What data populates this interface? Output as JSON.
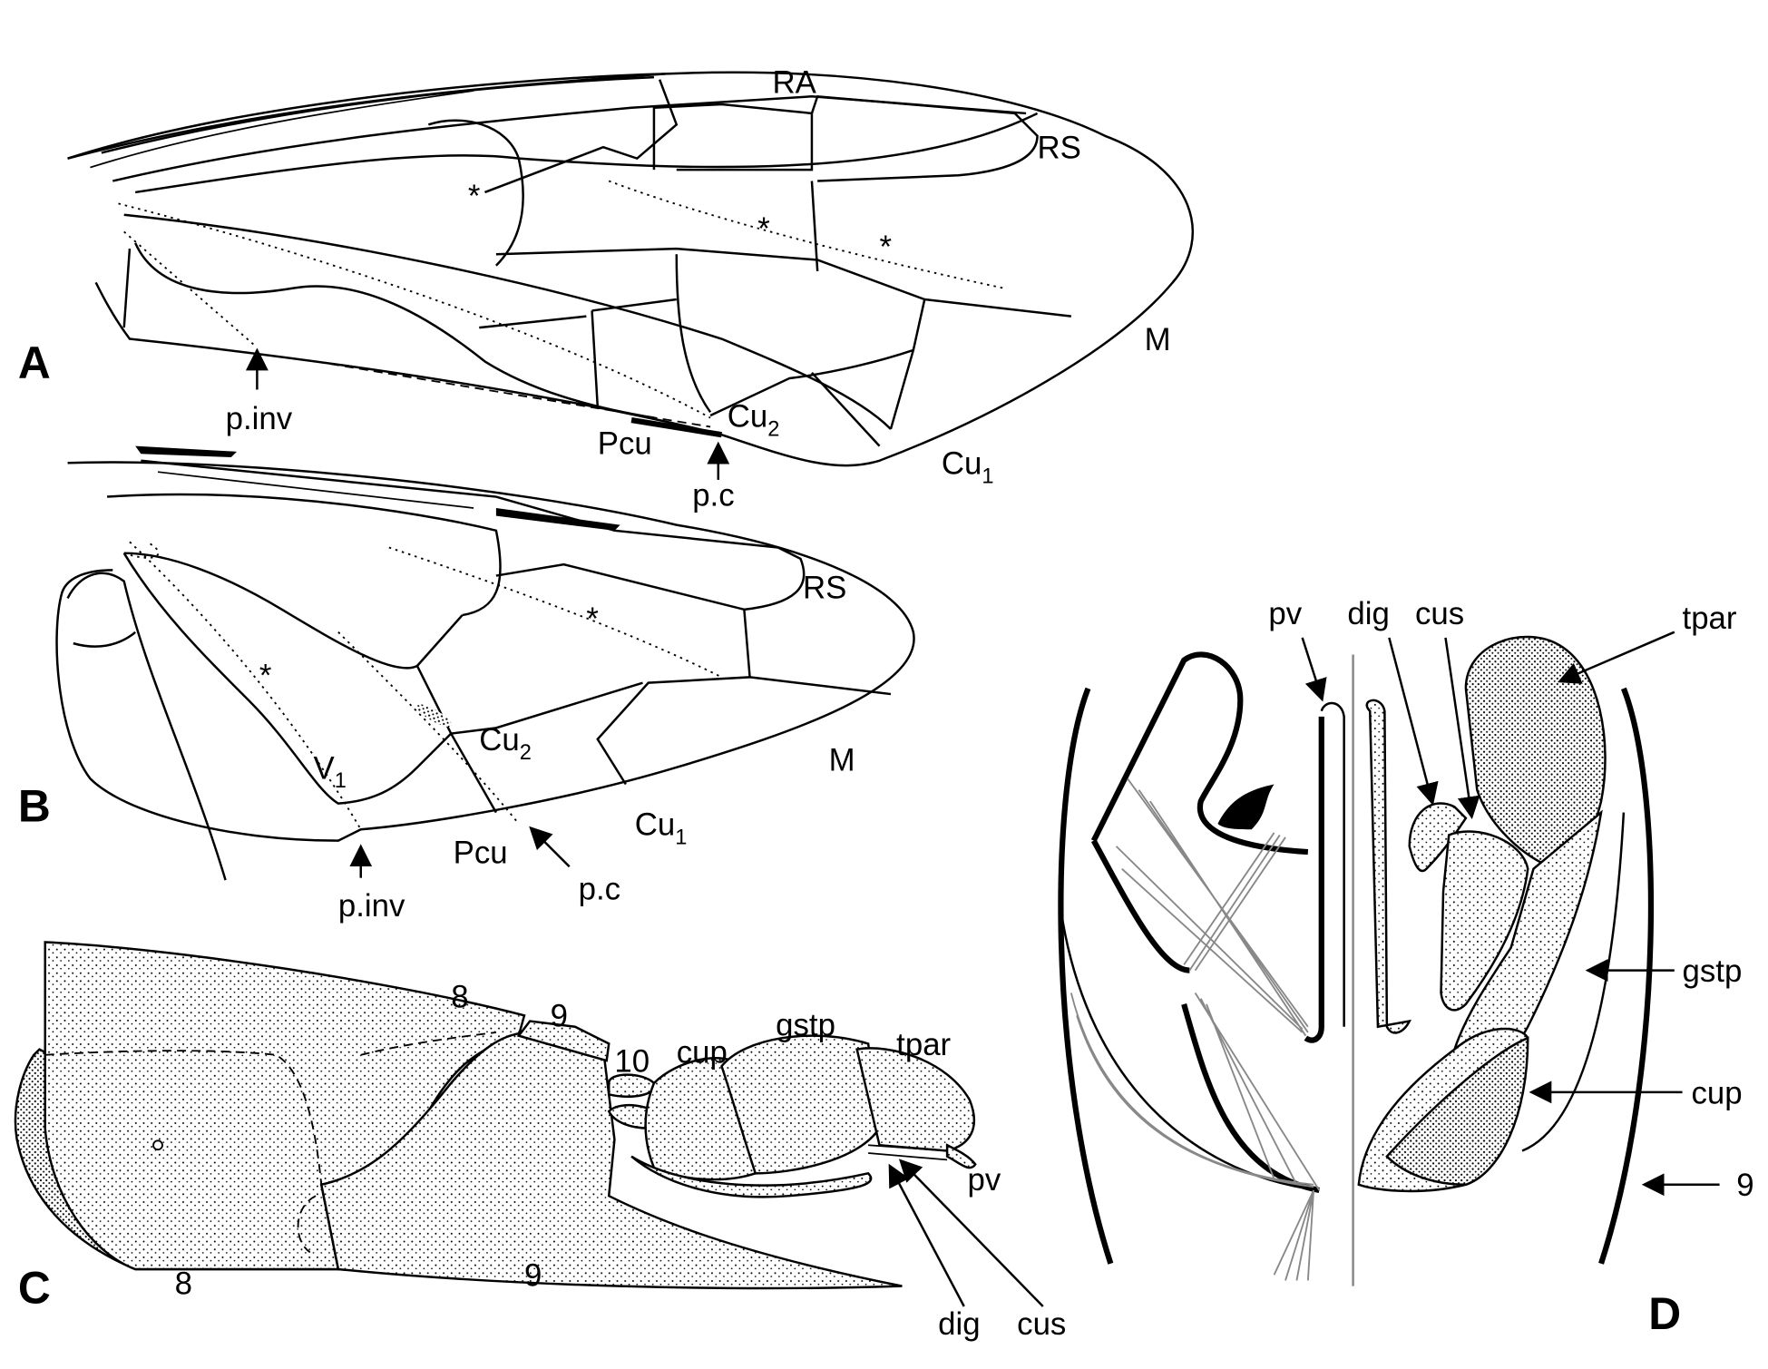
{
  "figure": {
    "panels": {
      "a": "A",
      "b": "B",
      "c": "C",
      "d": "D"
    },
    "wing_a": {
      "ra": "RA",
      "rs": "RS",
      "m": "M",
      "cu1": {
        "base": "Cu",
        "sub": "1"
      },
      "cu2": {
        "base": "Cu",
        "sub": "2"
      },
      "pcu": "Pcu",
      "pc": "p.c",
      "pinv": "p.inv",
      "asterisk": "*"
    },
    "wing_b": {
      "rs": "RS",
      "m": "M",
      "cu1": {
        "base": "Cu",
        "sub": "1"
      },
      "cu2": {
        "base": "Cu",
        "sub": "2"
      },
      "v1": {
        "base": "V",
        "sub": "1"
      },
      "pcu": "Pcu",
      "pc": "p.c",
      "pinv": "p.inv",
      "asterisk": "*"
    },
    "abdomen_c": {
      "tergite8": "8",
      "sternite8": "8",
      "tergite9": "9",
      "sternite9": "9",
      "seg10": "10",
      "cup": "cup",
      "gstp": "gstp",
      "tpar": "tpar",
      "pv": "pv",
      "dig": "dig",
      "cus": "cus"
    },
    "genitalia_d": {
      "pv": "pv",
      "dig": "dig",
      "cus": "cus",
      "tpar": "tpar",
      "gstp": "gstp",
      "cup": "cup",
      "seg9": "9"
    }
  }
}
